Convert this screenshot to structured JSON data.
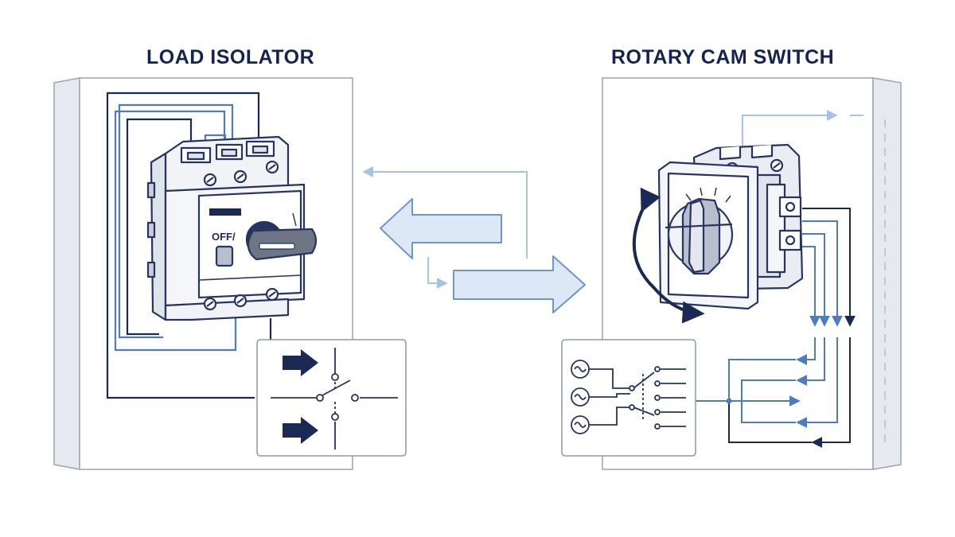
{
  "titles": {
    "left": "LOAD ISOLATOR",
    "right": "ROTARY CAM SWITCH"
  },
  "isolator": {
    "knob_label": "OFF/"
  },
  "colors": {
    "navy": "#15244f",
    "stroke": "#26345f",
    "accent_blue": "#5b86c4",
    "light_blue_fill": "#dde8f6",
    "panel_fill": "#ffffff",
    "panel_side": "#e6e9ef",
    "device_fill": "#f1f3f7"
  },
  "icons": [
    "load-isolator-device",
    "rotary-cam-switch-device",
    "rotation-arrow-icon",
    "left-arrow-icon",
    "right-arrow-icon",
    "switch-symbol-inset",
    "ac-source-icon"
  ]
}
